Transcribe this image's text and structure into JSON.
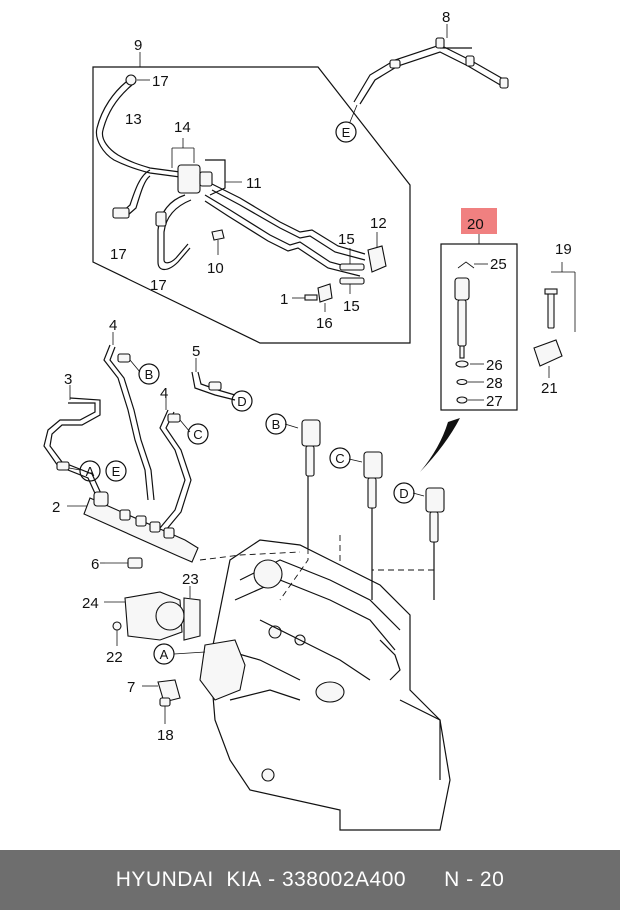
{
  "callouts": {
    "n1": "1",
    "n2": "2",
    "n3": "3",
    "n4a": "4",
    "n4b": "4",
    "n5": "5",
    "n6": "6",
    "n7": "7",
    "n8": "8",
    "n9": "9",
    "n10": "10",
    "n11": "11",
    "n12": "12",
    "n13": "13",
    "n14": "14",
    "n15a": "15",
    "n15b": "15",
    "n16": "16",
    "n17a": "17",
    "n17b": "17",
    "n17c": "17",
    "n18": "18",
    "n19": "19",
    "n20": "20",
    "n21": "21",
    "n22": "22",
    "n23": "23",
    "n24": "24",
    "n25": "25",
    "n26": "26",
    "n27": "27",
    "n28": "28"
  },
  "refs": {
    "A": "A",
    "B": "B",
    "C": "C",
    "D": "D",
    "E": "E"
  },
  "highlight_color": "#f08080",
  "footer": {
    "brand": "HYUNDAI  KIA",
    "sep": " - ",
    "part_number": "338002A400",
    "page_ref": "N - 20"
  }
}
